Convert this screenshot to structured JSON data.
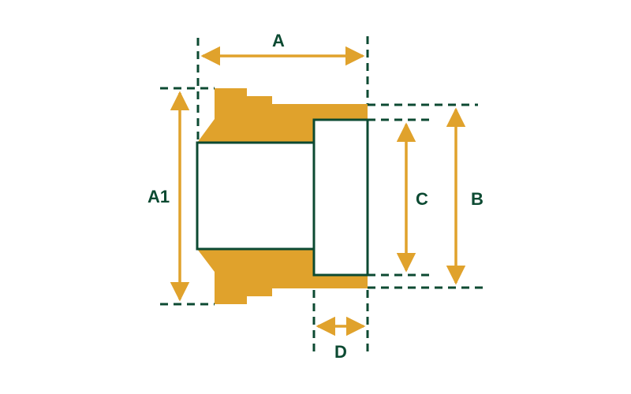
{
  "diagram": {
    "labels": {
      "a": "A",
      "a1": "A1",
      "b": "B",
      "c": "C",
      "d": "D"
    },
    "colors": {
      "part_fill": "#E0A22C",
      "outline": "#0C4A32",
      "arrow": "#E0A22C",
      "dashed_line": "#0C4A32",
      "label_text": "#0C4A32",
      "background": "#FFFFFF"
    }
  }
}
